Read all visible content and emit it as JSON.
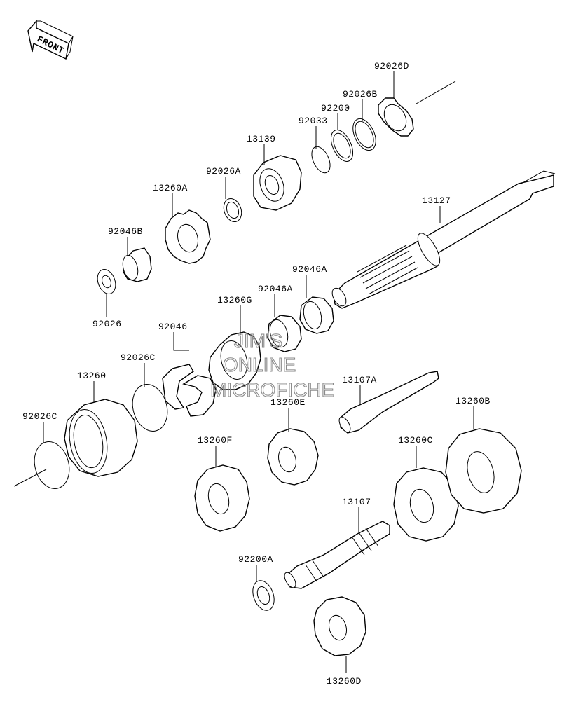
{
  "front_label": "FRONT",
  "watermark": [
    "JIM'S",
    "ONLINE",
    "MICROFICHE"
  ],
  "labels": {
    "p92026D": "92026D",
    "p92026B": "92026B",
    "p92200": "92200",
    "p92033": "92033",
    "p13139": "13139",
    "p92026A": "92026A",
    "p13260A": "13260A",
    "p92046B": "92046B",
    "p92026": "92026",
    "p13127": "13127",
    "p92046A_1": "92046A",
    "p92046A_2": "92046A",
    "p13260G": "13260G",
    "p92046": "92046",
    "p92026C_1": "92026C",
    "p13260": "13260",
    "p92026C_2": "92026C",
    "p13107A": "13107A",
    "p13260E": "13260E",
    "p13260B": "13260B",
    "p13260F": "13260F",
    "p13260C": "13260C",
    "p13107": "13107",
    "p92200A": "92200A",
    "p13260D": "13260D"
  }
}
